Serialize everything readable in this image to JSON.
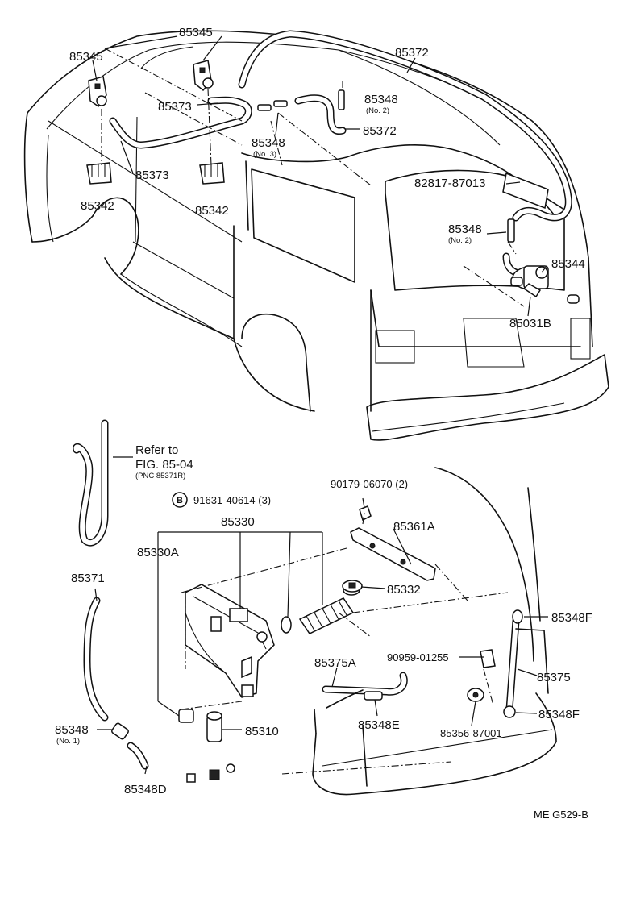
{
  "labels": {
    "p85345_top": "85345",
    "p85345_left": "85345",
    "p85372_top": "85372",
    "p85373_upper": "85373",
    "p85373_lower": "85373",
    "p85348_no2_top": "85348",
    "p85348_no2_top_sub": "(No. 2)",
    "p85372_mid": "85372",
    "p85348_no3": "85348",
    "p85348_no3_sub": "(No. 3)",
    "p82817": "82817-87013",
    "p85342_left": "85342",
    "p85342_right": "85342",
    "p85348_no2_rear": "85348",
    "p85348_no2_rear_sub": "(No. 2)",
    "p85344": "85344",
    "p85031B": "85031B",
    "refer_line1": "Refer to",
    "refer_line2": "FIG. 85-04",
    "refer_line3": "(PNC 85371R)",
    "bolt_marker": "B",
    "p91631": "91631-40614 (3)",
    "p90179": "90179-06070 (2)",
    "p85330": "85330",
    "p85330A": "85330A",
    "p85361A": "85361A",
    "p85371": "85371",
    "p85332": "85332",
    "p85348F_top": "85348F",
    "p90959": "90959-01255",
    "p85375A": "85375A",
    "p85375": "85375",
    "p85348_no1": "85348",
    "p85348_no1_sub": "(No. 1)",
    "p85310": "85310",
    "p85348E": "85348E",
    "p85348F_bottom": "85348F",
    "p85356": "85356-87001",
    "p85348D": "85348D",
    "figure_code": "ME  G529-B"
  }
}
